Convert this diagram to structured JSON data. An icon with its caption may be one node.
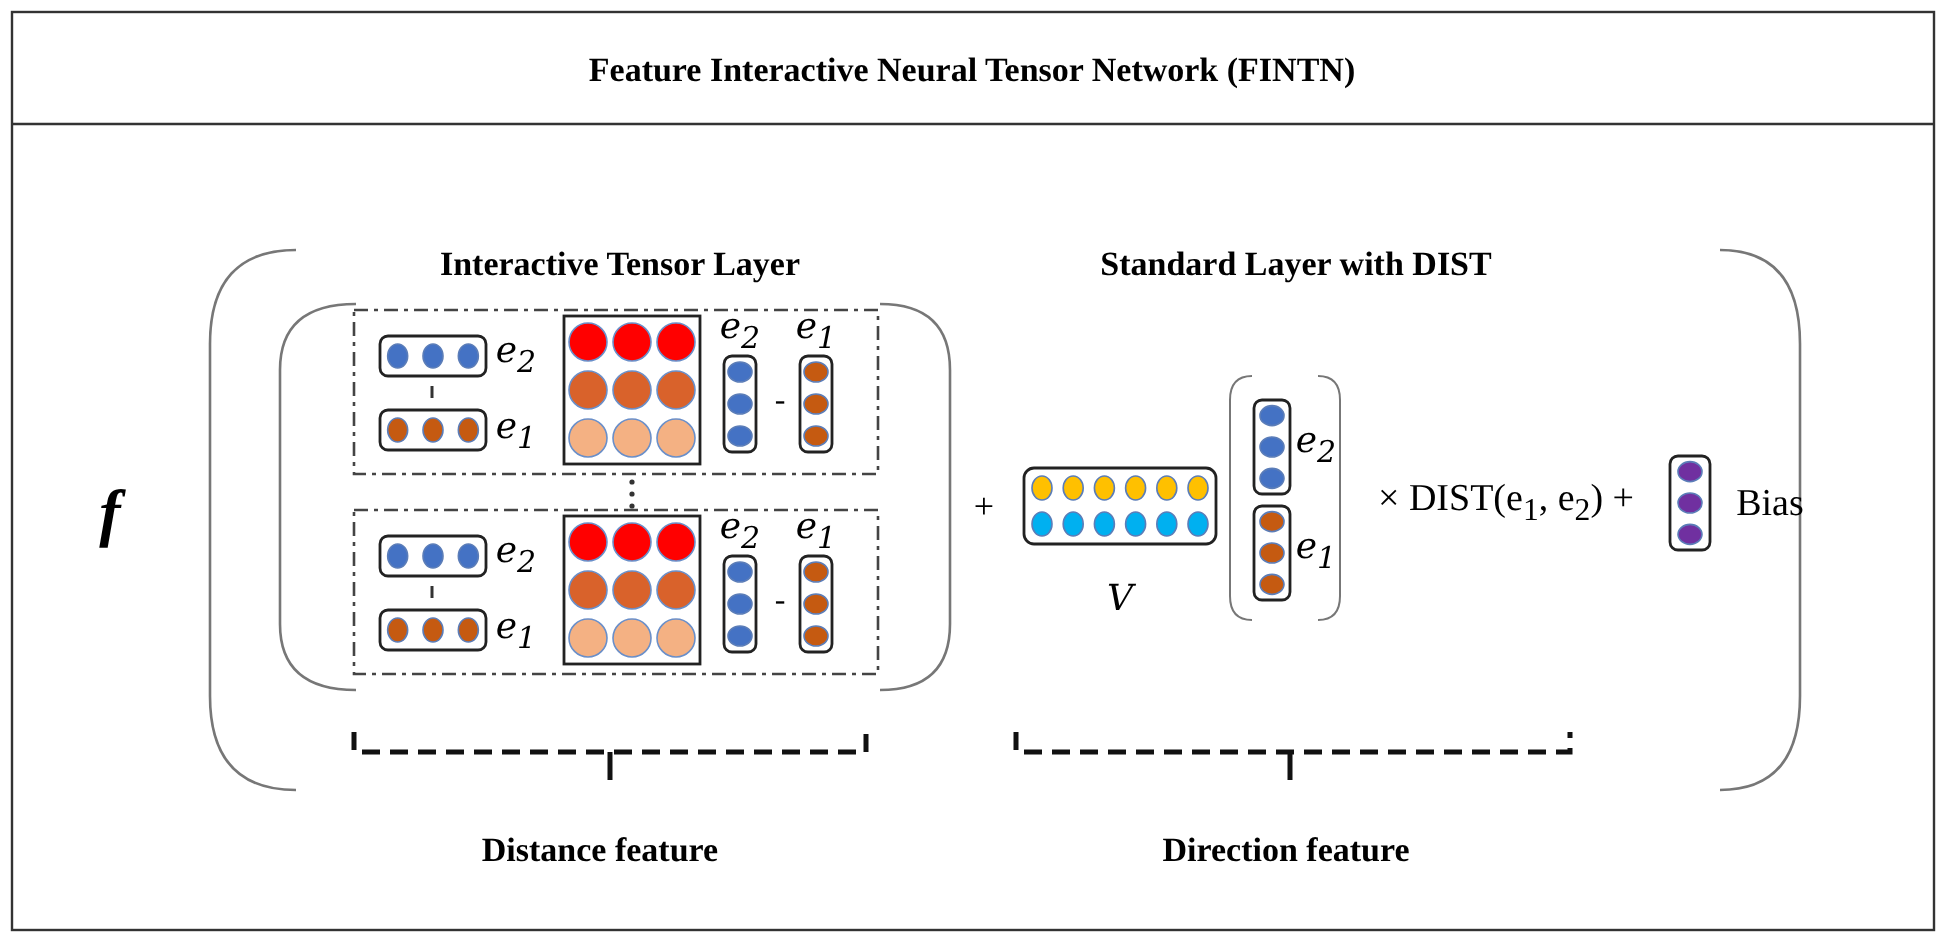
{
  "diagram": {
    "title": "Feature Interactive Neural Tensor Network (FINTN)",
    "labels": [
      "Interactive Tensor Layer",
      "Standard Layer with DIST",
      "f",
      "e$_{2}$",
      "e$_{2}$",
      "e$_{1}$",
      "-",
      "e$_{1}$",
      "e$_{2}$",
      "e$_{2}$",
      "e$_{1}$",
      "-",
      "e$_{1}$",
      "+",
      "e$_{2}$",
      "e$_{1}$",
      "× DIST(e$_{1}$, e$_{2}$) +",
      "Bias",
      "V",
      "Distance feature",
      "Direction feature"
    ]
  }
}
